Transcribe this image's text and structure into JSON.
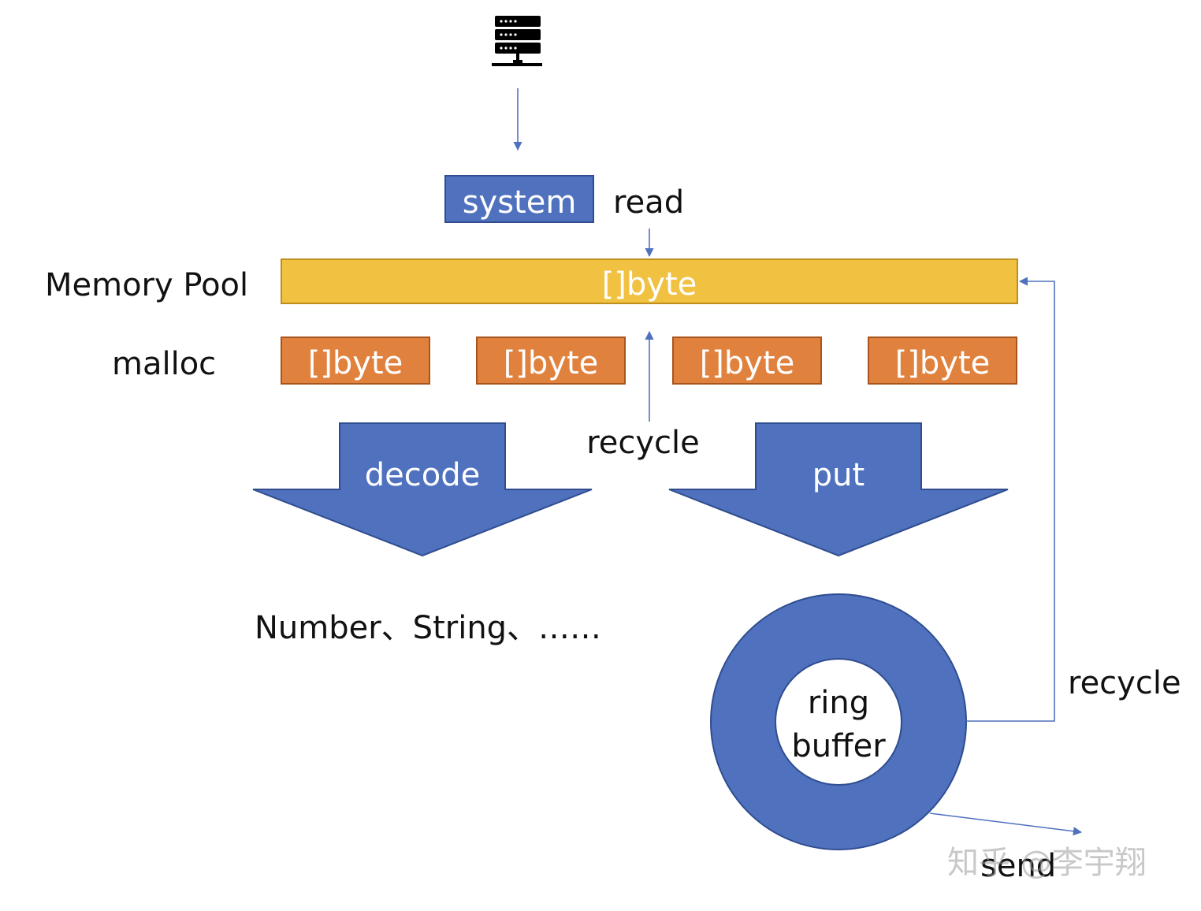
{
  "labels": {
    "system_box": "system",
    "read": "read",
    "memory_pool": "Memory Pool",
    "pool_bar": "[]byte",
    "malloc": "malloc",
    "chunks": [
      "[]byte",
      "[]byte",
      "[]byte",
      "[]byte"
    ],
    "recycle_center": "recycle",
    "decode": "decode",
    "put": "put",
    "decode_output": "Number、String、……",
    "ring_line1": "ring",
    "ring_line2": "buffer",
    "recycle_right": "recycle",
    "send": "send",
    "watermark": "知乎 @李宇翔"
  },
  "icons": {
    "server": "server-icon"
  },
  "colors": {
    "blue": "#4F71BE",
    "blue_border": "#2F4D8F",
    "yellow": "#F1C142",
    "yellow_border": "#BF8F1E",
    "orange": "#E0823E",
    "orange_border": "#A8551D",
    "connector": "#4F71BE",
    "text_dark": "#111111",
    "text_light": "#FFFFFF"
  }
}
